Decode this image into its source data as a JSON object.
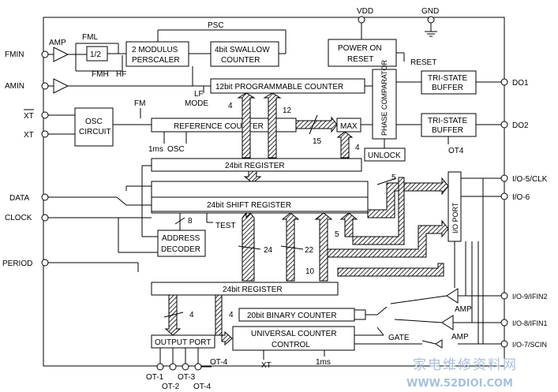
{
  "power": {
    "vdd": "VDD",
    "gnd": "GND"
  },
  "pins_left": {
    "fmin": "FMIN",
    "amin": "AMIN",
    "xt_bar": "XT",
    "xt": "XT",
    "data": "DATA",
    "clock": "CLOCK",
    "period": "PERIOD"
  },
  "pins_right": {
    "do1": "DO1",
    "do2": "DO2",
    "io5": "I/O-5/CLK",
    "io6": "I/O-6",
    "io9": "I/O-9/IFIN2",
    "io8": "I/O-8/IFIN1",
    "io7": "I/O-7/SCIN"
  },
  "pins_bottom": {
    "ot1": "OT-1",
    "ot2": "OT-2",
    "ot3": "OT-3",
    "ot4": "OT-4",
    "ot4_arrow": "OT-4"
  },
  "blocks": {
    "prescaler": [
      "2 MODULUS",
      "PERSCALER"
    ],
    "swallow": [
      "4bit SWALLOW",
      "COUNTER"
    ],
    "power_on_reset": [
      "POWER ON",
      "RESET"
    ],
    "prog_counter": "12bit PROGRAMMABLE COUNTER",
    "phase_comparator": "PHASE COMPARATOR",
    "tri_state_1": [
      "TRI-STATE",
      "BUFFER"
    ],
    "tri_state_2": [
      "TRI-STATE",
      "BUFFER"
    ],
    "osc_circuit": [
      "OSC",
      "CIRCUIT"
    ],
    "ref_counter": "REFERENCE COUNTER",
    "max": "MAX",
    "unlock": "UNLOCK",
    "register_top": "24bit REGISTER",
    "shift_register": "24bit SHIFT REGISTER",
    "io_port": "I/O PORT",
    "address_decoder": [
      "ADDRESS",
      "DECODER"
    ],
    "register_bottom": "24bit REGISTER",
    "binary_counter": "20bit BINARY COUNTER",
    "output_port": "OUTPUT PORT",
    "universal_counter": [
      "UNIVERSAL COUNTER",
      "CONTROL"
    ],
    "divide_by_2": "1/2"
  },
  "labels": {
    "amp_top": "AMP",
    "fml": "FML",
    "fmh": "FMH",
    "hf": "HF",
    "psc": "PSC",
    "lf_mode": [
      "LF",
      "MODE"
    ],
    "reset": "RESET",
    "fm": "FM",
    "ms1_osc": "1ms",
    "osc": "OSC",
    "bus_4a": "4",
    "bus_12": "12",
    "bus_15": "15",
    "bus_4b": "4",
    "bus_5a": "5",
    "bus_8": "8",
    "test": "TEST",
    "bus_5b": "5",
    "bus_24": "24",
    "bus_22": "22",
    "bus_10": "10",
    "ot4_buf": "OT4",
    "amp_mid": "AMP",
    "amp_low": "AMP",
    "gate": "GATE",
    "bus_4c": "4",
    "bus_4d": "4",
    "xt_bottom": "XT",
    "ms1_bottom": "1ms"
  },
  "watermark": {
    "line1": "家电维修资料网",
    "line2": "WWW.52DIOI.COM"
  }
}
